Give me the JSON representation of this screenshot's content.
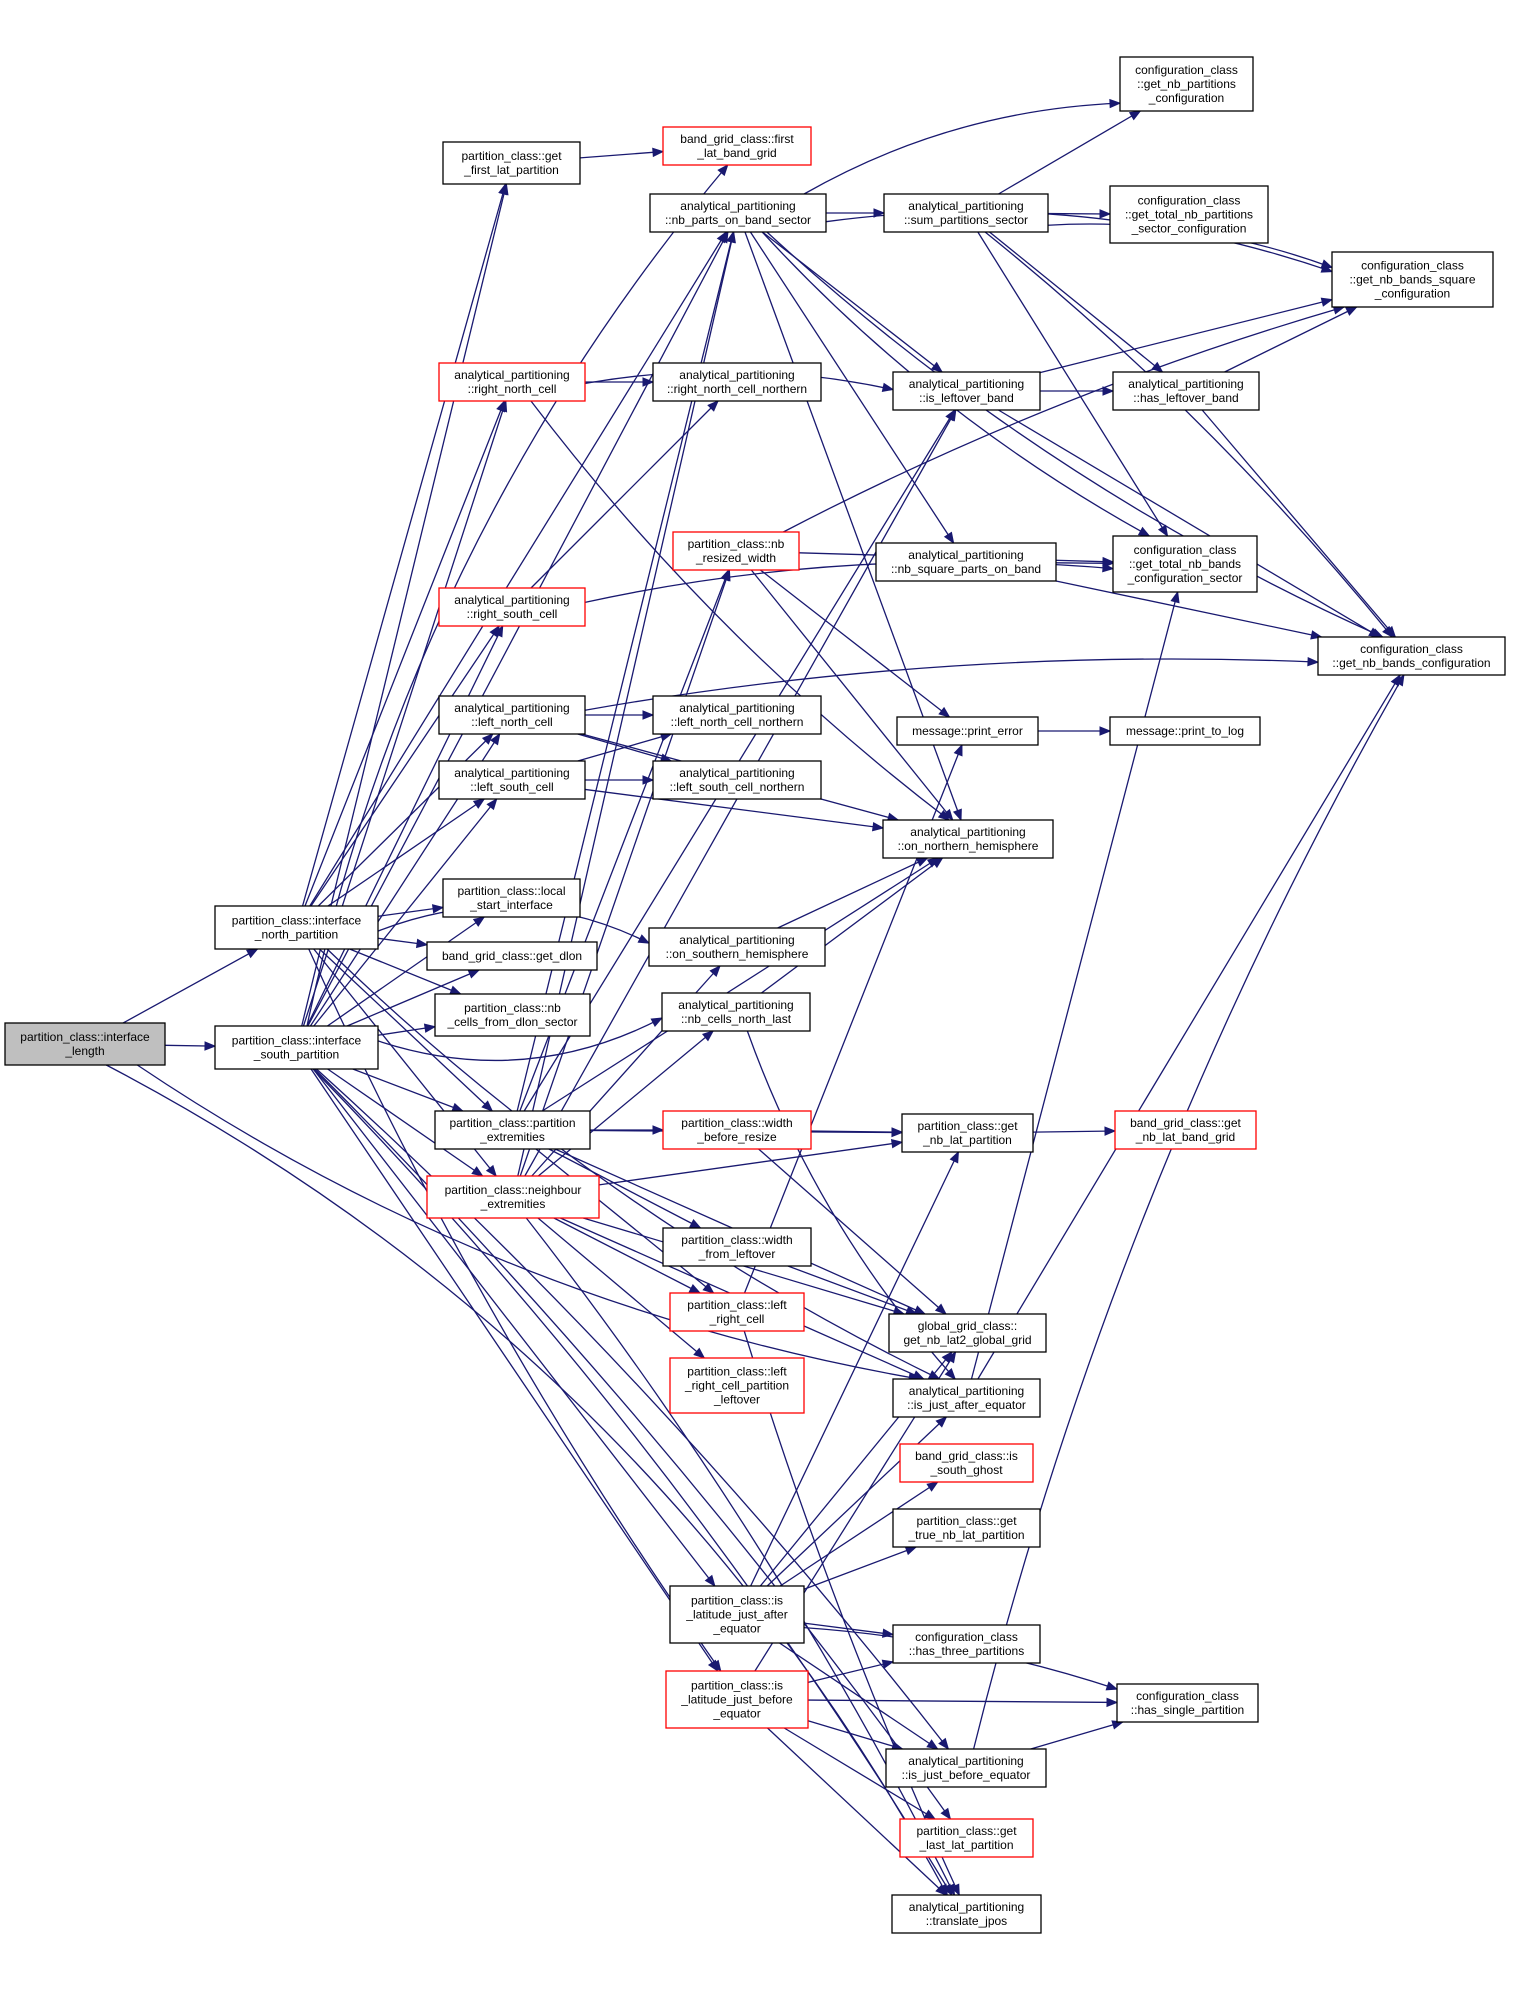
{
  "graph": {
    "edge_color": "#191970",
    "red_border_color": "#ff0000",
    "root_fill": "#bfbfbf",
    "nodes": [
      {
        "id": "root",
        "lines": [
          "partition_class::interface",
          "_length"
        ],
        "style": "root"
      },
      {
        "id": "north",
        "lines": [
          "partition_class::interface",
          "_north_partition"
        ],
        "style": "black"
      },
      {
        "id": "south",
        "lines": [
          "partition_class::interface",
          "_south_partition"
        ],
        "style": "black"
      },
      {
        "id": "get_first",
        "lines": [
          "partition_class::get",
          "_first_lat_partition"
        ],
        "style": "black"
      },
      {
        "id": "bg_first",
        "lines": [
          "band_grid_class::first",
          "_lat_band_grid"
        ],
        "style": "red"
      },
      {
        "id": "nb_parts",
        "lines": [
          "analytical_partitioning",
          "::nb_parts_on_band_sector"
        ],
        "style": "black"
      },
      {
        "id": "sum_part",
        "lines": [
          "analytical_partitioning",
          "::sum_partitions_sector"
        ],
        "style": "black"
      },
      {
        "id": "cfg_nbpart",
        "lines": [
          "configuration_class",
          "::get_nb_partitions",
          "_configuration"
        ],
        "style": "black"
      },
      {
        "id": "cfg_total_part",
        "lines": [
          "configuration_class",
          "::get_total_nb_partitions",
          "_sector_configuration"
        ],
        "style": "black"
      },
      {
        "id": "cfg_square",
        "lines": [
          "configuration_class",
          "::get_nb_bands_square",
          "_configuration"
        ],
        "style": "black"
      },
      {
        "id": "rn_cell",
        "lines": [
          "analytical_partitioning",
          "::right_north_cell"
        ],
        "style": "red"
      },
      {
        "id": "rn_north",
        "lines": [
          "analytical_partitioning",
          "::right_north_cell_northern"
        ],
        "style": "black"
      },
      {
        "id": "is_leftover",
        "lines": [
          "analytical_partitioning",
          "::is_leftover_band"
        ],
        "style": "black"
      },
      {
        "id": "has_leftover",
        "lines": [
          "analytical_partitioning",
          "::has_leftover_band"
        ],
        "style": "black"
      },
      {
        "id": "nb_resized",
        "lines": [
          "partition_class::nb",
          "_resized_width"
        ],
        "style": "red"
      },
      {
        "id": "nb_square",
        "lines": [
          "analytical_partitioning",
          "::nb_square_parts_on_band"
        ],
        "style": "black"
      },
      {
        "id": "cfg_total_bands",
        "lines": [
          "configuration_class",
          "::get_total_nb_bands",
          "_configuration_sector"
        ],
        "style": "black"
      },
      {
        "id": "rs_cell",
        "lines": [
          "analytical_partitioning",
          "::right_south_cell"
        ],
        "style": "red"
      },
      {
        "id": "cfg_bands",
        "lines": [
          "configuration_class",
          "::get_nb_bands_configuration"
        ],
        "style": "black"
      },
      {
        "id": "ln_cell",
        "lines": [
          "analytical_partitioning",
          "::left_north_cell"
        ],
        "style": "black"
      },
      {
        "id": "ln_north",
        "lines": [
          "analytical_partitioning",
          "::left_north_cell_northern"
        ],
        "style": "black"
      },
      {
        "id": "print_error",
        "lines": [
          "message::print_error"
        ],
        "style": "black"
      },
      {
        "id": "print_log",
        "lines": [
          "message::print_to_log"
        ],
        "style": "black"
      },
      {
        "id": "ls_cell",
        "lines": [
          "analytical_partitioning",
          "::left_south_cell"
        ],
        "style": "black"
      },
      {
        "id": "ls_north",
        "lines": [
          "analytical_partitioning",
          "::left_south_cell_northern"
        ],
        "style": "black"
      },
      {
        "id": "on_north",
        "lines": [
          "analytical_partitioning",
          "::on_northern_hemisphere"
        ],
        "style": "black"
      },
      {
        "id": "local_start",
        "lines": [
          "partition_class::local",
          "_start_interface"
        ],
        "style": "black"
      },
      {
        "id": "get_dlon",
        "lines": [
          "band_grid_class::get_dlon"
        ],
        "style": "black"
      },
      {
        "id": "on_south",
        "lines": [
          "analytical_partitioning",
          "::on_southern_hemisphere"
        ],
        "style": "black"
      },
      {
        "id": "nb_cells_dlon",
        "lines": [
          "partition_class::nb",
          "_cells_from_dlon_sector"
        ],
        "style": "black"
      },
      {
        "id": "nb_cells_north",
        "lines": [
          "analytical_partitioning",
          "::nb_cells_north_last"
        ],
        "style": "black"
      },
      {
        "id": "part_ext",
        "lines": [
          "partition_class::partition",
          "_extremities"
        ],
        "style": "black"
      },
      {
        "id": "width_before",
        "lines": [
          "partition_class::width",
          "_before_resize"
        ],
        "style": "red"
      },
      {
        "id": "get_nb_lat",
        "lines": [
          "partition_class::get",
          "_nb_lat_partition"
        ],
        "style": "black"
      },
      {
        "id": "bg_get_nb_lat",
        "lines": [
          "band_grid_class::get",
          "_nb_lat_band_grid"
        ],
        "style": "red"
      },
      {
        "id": "neigh_ext",
        "lines": [
          "partition_class::neighbour",
          "_extremities"
        ],
        "style": "red"
      },
      {
        "id": "width_leftover",
        "lines": [
          "partition_class::width",
          "_from_leftover"
        ],
        "style": "black"
      },
      {
        "id": "lr_cell",
        "lines": [
          "partition_class::left",
          "_right_cell"
        ],
        "style": "red"
      },
      {
        "id": "global_grid",
        "lines": [
          "global_grid_class::",
          "get_nb_lat2_global_grid"
        ],
        "style": "black"
      },
      {
        "id": "lr_leftover",
        "lines": [
          "partition_class::left",
          "_right_cell_partition",
          "_leftover"
        ],
        "style": "red"
      },
      {
        "id": "just_after",
        "lines": [
          "analytical_partitioning",
          "::is_just_after_equator"
        ],
        "style": "black"
      },
      {
        "id": "south_ghost",
        "lines": [
          "band_grid_class::is",
          "_south_ghost"
        ],
        "style": "red"
      },
      {
        "id": "true_nb_lat",
        "lines": [
          "partition_class::get",
          "_true_nb_lat_partition"
        ],
        "style": "black"
      },
      {
        "id": "lat_after",
        "lines": [
          "partition_class::is",
          "_latitude_just_after",
          "_equator"
        ],
        "style": "black"
      },
      {
        "id": "three_part",
        "lines": [
          "configuration_class",
          "::has_three_partitions"
        ],
        "style": "black"
      },
      {
        "id": "lat_before",
        "lines": [
          "partition_class::is",
          "_latitude_just_before",
          "_equator"
        ],
        "style": "red"
      },
      {
        "id": "single_part",
        "lines": [
          "configuration_class",
          "::has_single_partition"
        ],
        "style": "black"
      },
      {
        "id": "just_before",
        "lines": [
          "analytical_partitioning",
          "::is_just_before_equator"
        ],
        "style": "black"
      },
      {
        "id": "get_last",
        "lines": [
          "partition_class::get",
          "_last_lat_partition"
        ],
        "style": "red"
      },
      {
        "id": "translate",
        "lines": [
          "analytical_partitioning",
          "::translate_jpos"
        ],
        "style": "black"
      }
    ]
  }
}
